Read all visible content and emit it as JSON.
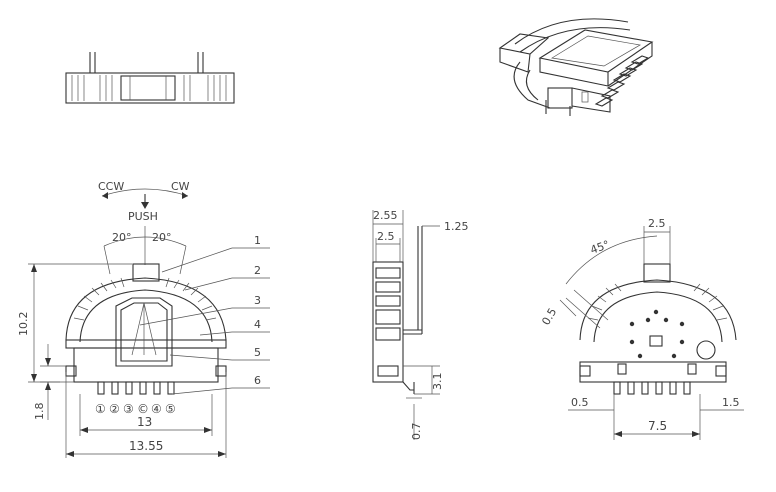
{
  "views": {
    "top_dims": {
      "ccw": "CCW",
      "cw": "CW",
      "push": "PUSH",
      "angle_left": "20°",
      "angle_right": "20°"
    },
    "front_dims": {
      "height": "10.2",
      "offset": "1.8",
      "width_inner": "13",
      "width_outer": "13.55"
    },
    "callouts": [
      "1",
      "2",
      "3",
      "4",
      "5",
      "6"
    ],
    "pin_labels": [
      "①",
      "②",
      "③",
      "©",
      "④",
      "⑤"
    ],
    "side_dims": {
      "w_outer": "2.55",
      "w_inner": "2.5",
      "pin": "1.25",
      "h": "3.1",
      "foot": "0.7"
    },
    "back_dims": {
      "top": "2.5",
      "angle": "45°",
      "slot": "0.5",
      "pitch_left": "0.5",
      "pitch_right": "1.5",
      "span": "7.5"
    }
  },
  "colors": {
    "line": "#333333",
    "text": "#444444",
    "background": "#ffffff"
  }
}
